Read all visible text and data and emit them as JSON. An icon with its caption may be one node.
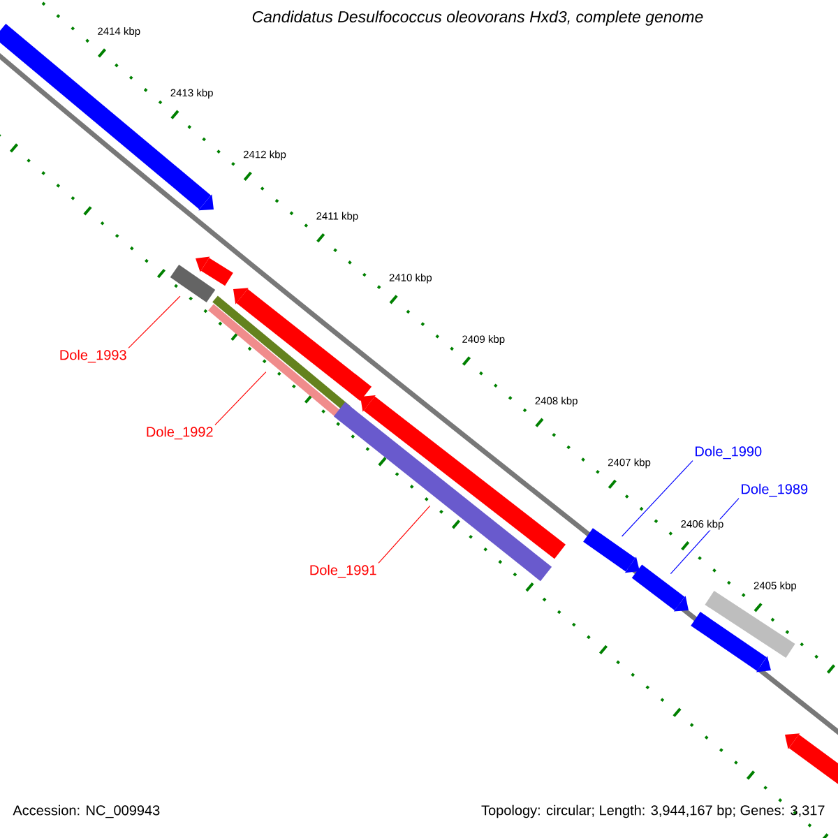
{
  "diagram": {
    "title": "Candidatus Desulfococcus oleovorans Hxd3, complete genome",
    "nodes": [
      {
        "text": [
          "Dole_1993"
        ]
      },
      {
        "text": [
          "Dole_1992"
        ]
      },
      {
        "text": [
          "Dole_1991"
        ]
      },
      {
        "text": [
          "Dole_1990"
        ]
      },
      {
        "text": [
          "Dole_1989"
        ]
      },
      {
        "text": [],
        "shape": "bar"
      },
      {
        "text": [],
        "shape": "bar"
      },
      {
        "text": [],
        "shape": "bar"
      },
      {
        "text": [],
        "shape": "bar"
      },
      {
        "text": [],
        "shape": "bar"
      }
    ],
    "edges": [
      {
        "from": 0,
        "to": 5,
        "arrow": "none"
      },
      {
        "from": 1,
        "to": 6,
        "arrow": "none"
      },
      {
        "from": 2,
        "to": 7,
        "arrow": "none"
      },
      {
        "from": 3,
        "to": 8,
        "arrow": "none",
        "color": "#0000ff"
      },
      {
        "from": 4,
        "to": 9,
        "arrow": "none",
        "color": "#0000ff"
      }
    ],
    "labels": [
      "2414 kbp",
      "2413 kbp",
      "2412 kbp",
      "2411 kbp",
      "2410 kbp",
      "2409 kbp",
      "2408 kbp",
      "2407 kbp",
      "2406 kbp",
      "2405 kbp",
      "Accession: NC_009943",
      "Topology: circular; Length: 3,944,167 bp; Genes: 3,317"
    ]
  }
}
